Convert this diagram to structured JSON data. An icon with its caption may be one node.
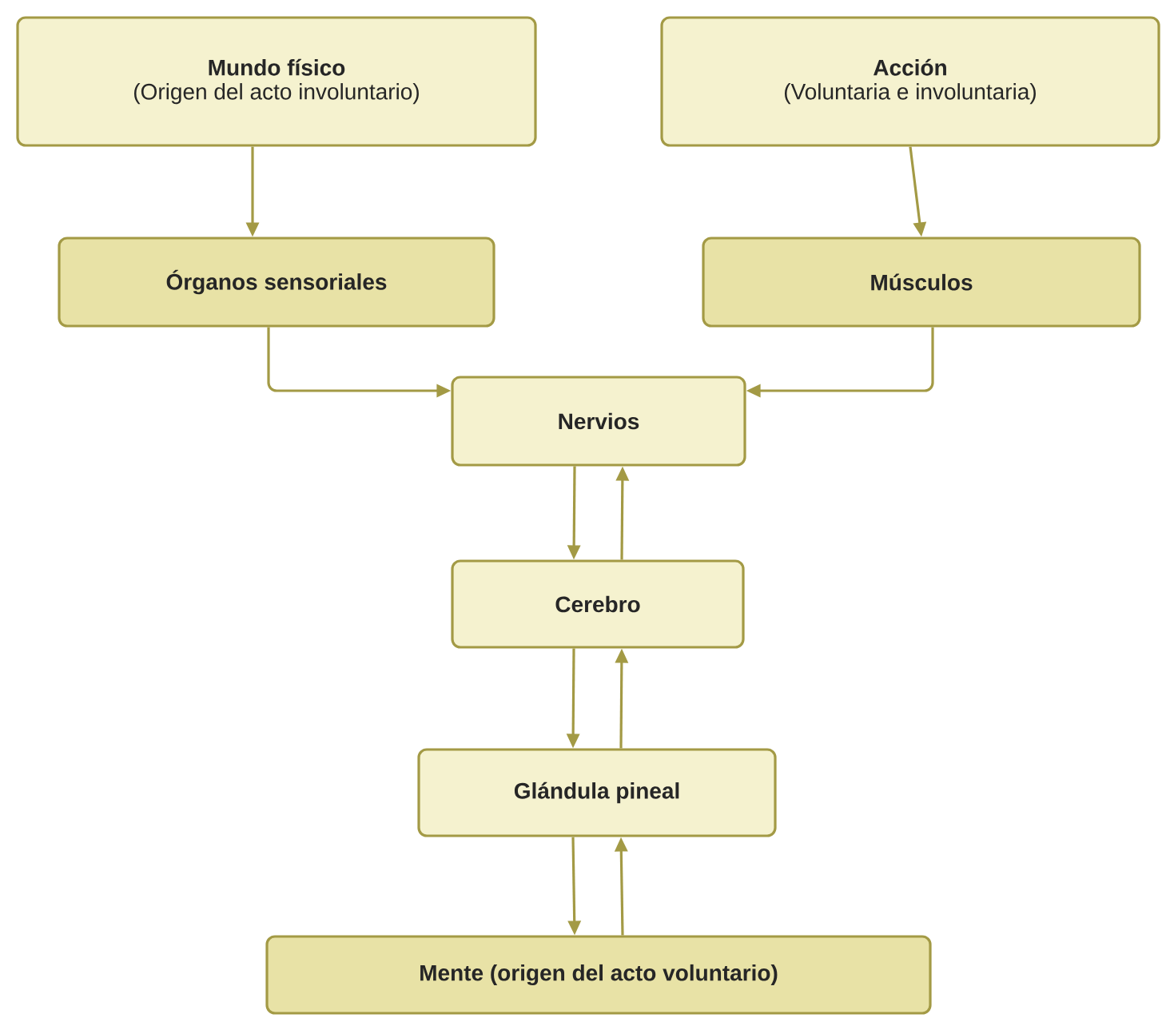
{
  "diagram": {
    "nodes": [
      {
        "text": [
          "Mundo físico",
          "(Origen del acto involuntario)"
        ]
      },
      {
        "text": [
          "Acción",
          "(Voluntaria e involuntaria)"
        ]
      },
      {
        "text": [
          "Órganos sensoriales"
        ]
      },
      {
        "text": [
          "Músculos"
        ]
      },
      {
        "text": [
          "Nervios"
        ]
      },
      {
        "text": [
          "Cerebro"
        ]
      },
      {
        "text": [
          "Glándula pineal"
        ]
      },
      {
        "text": [
          "Mente (origen del acto voluntario)"
        ]
      }
    ],
    "edges": [
      {
        "from": 0,
        "to": 2,
        "arrow": "to"
      },
      {
        "from": 1,
        "to": 3,
        "arrow": "to"
      },
      {
        "from": 2,
        "to": 4,
        "arrow": "to"
      },
      {
        "from": 3,
        "to": 4,
        "arrow": "to"
      },
      {
        "from": 4,
        "to": 5,
        "arrow": "to"
      },
      {
        "from": 5,
        "to": 4,
        "arrow": "to"
      },
      {
        "from": 5,
        "to": 6,
        "arrow": "to"
      },
      {
        "from": 6,
        "to": 5,
        "arrow": "to"
      },
      {
        "from": 6,
        "to": 7,
        "arrow": "to"
      },
      {
        "from": 7,
        "to": 6,
        "arrow": "to"
      }
    ]
  }
}
